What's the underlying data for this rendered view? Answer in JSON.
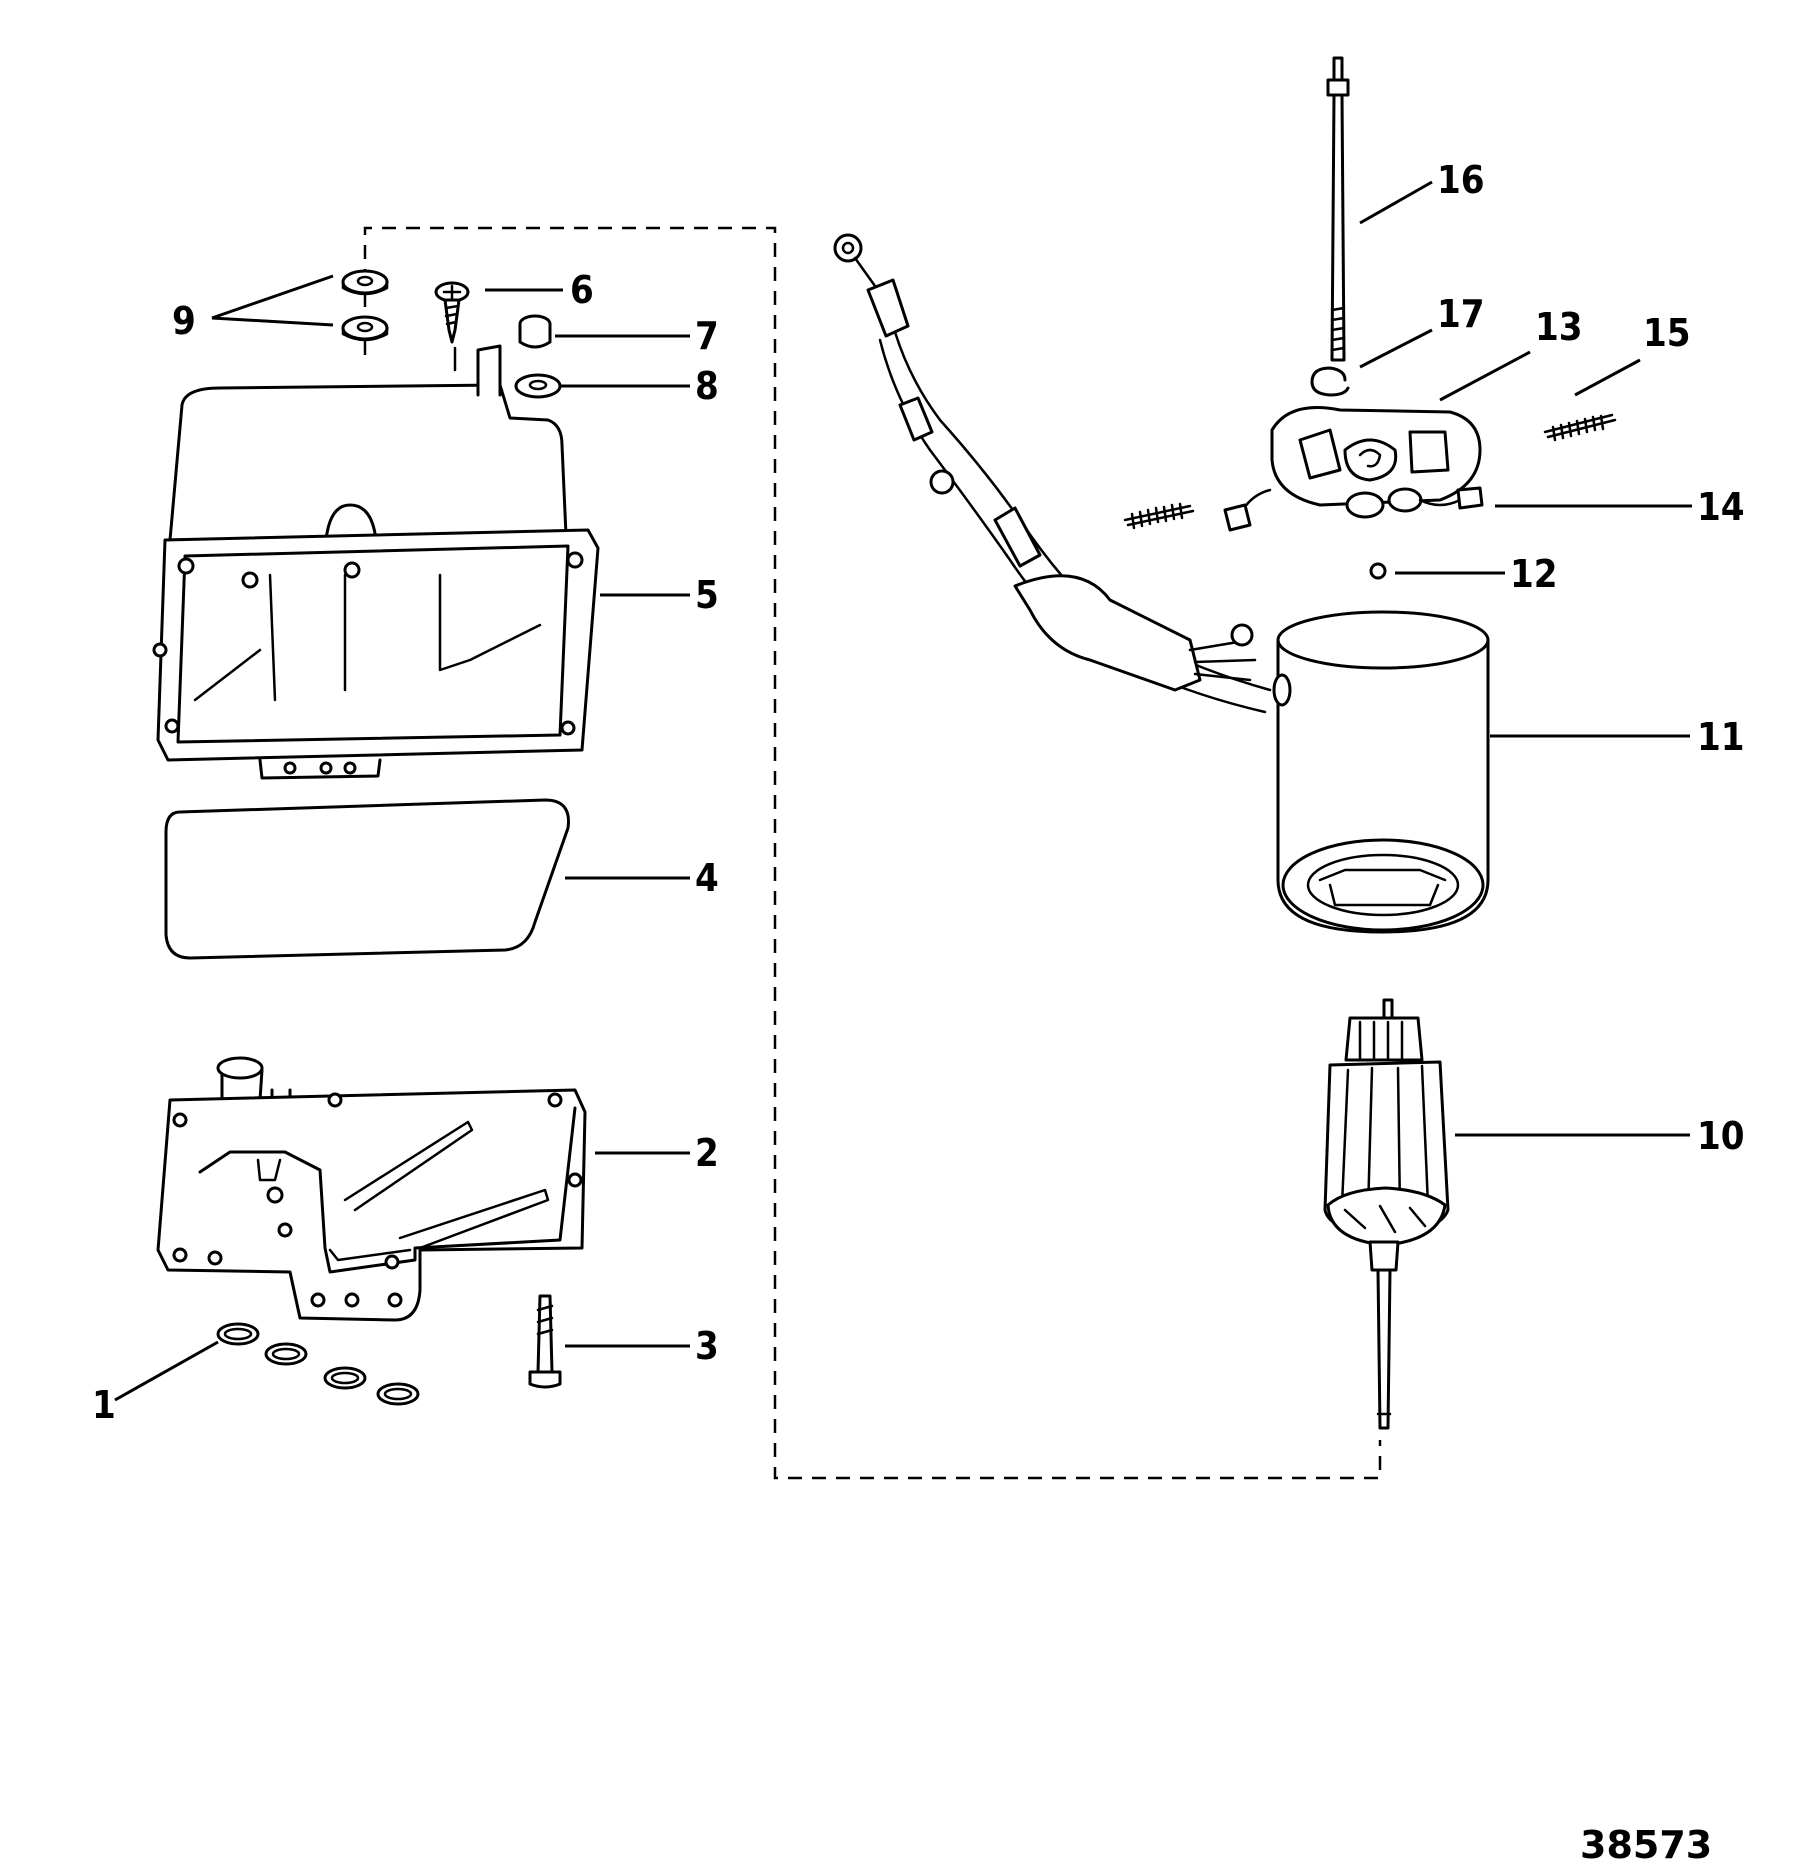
{
  "figure": {
    "drawing_number": "38573",
    "callouts": {
      "c1": "1",
      "c2": "2",
      "c3": "3",
      "c4": "4",
      "c5": "5",
      "c6": "6",
      "c7": "7",
      "c8": "8",
      "c9": "9",
      "c10": "10",
      "c11": "11",
      "c12": "12",
      "c13": "13",
      "c14": "14",
      "c15": "15",
      "c16": "16",
      "c17": "17"
    }
  }
}
